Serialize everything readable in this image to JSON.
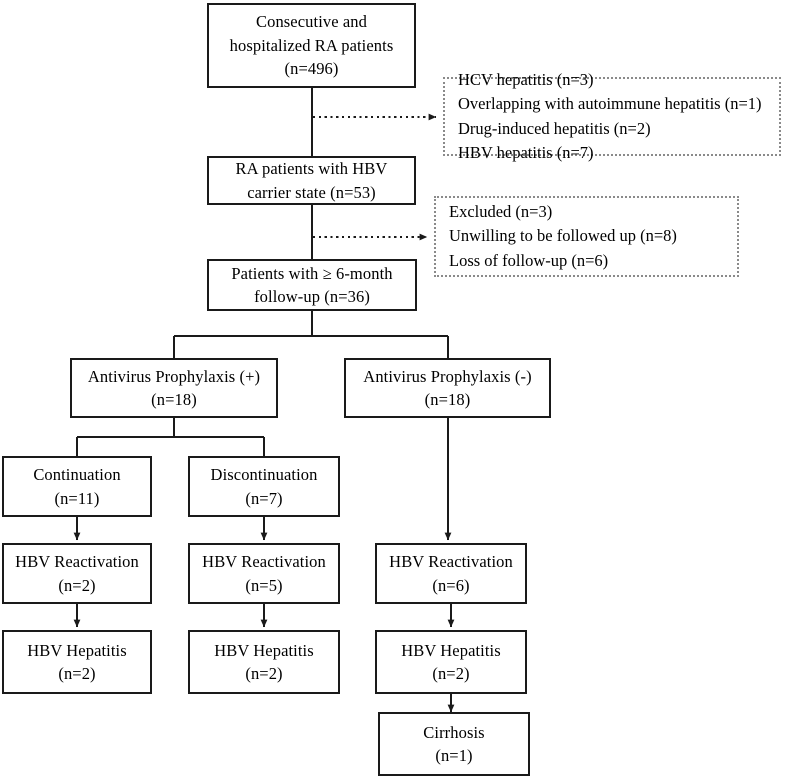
{
  "diagram": {
    "title": "Study flow of RA patients with HBV carrier state",
    "line_color": "#1a1a1a",
    "dotted_color": "#8a8a8a",
    "background": "#ffffff"
  },
  "nodes": {
    "enrolled": {
      "line1": "Consecutive and",
      "line2": "hospitalized RA patients",
      "line3": "(n=496)"
    },
    "carrier": {
      "line1": "RA patients with HBV",
      "line2": "carrier state (n=53)"
    },
    "followup": {
      "line1": "Patients with  ≥ 6-month",
      "line2": "follow-up (n=36)"
    },
    "prophylaxis_pos": {
      "line1": "Antivirus Prophylaxis (+)",
      "line2": "(n=18)"
    },
    "prophylaxis_neg": {
      "line1": "Antivirus Prophylaxis (-)",
      "line2": "(n=18)"
    },
    "continuation": {
      "line1": "Continuation",
      "line2": "(n=11)"
    },
    "discontinuation": {
      "line1": "Discontinuation",
      "line2": "(n=7)"
    },
    "reactivation_cont": {
      "line1": "HBV Reactivation",
      "line2": "(n=2)"
    },
    "reactivation_discont": {
      "line1": "HBV Reactivation",
      "line2": "(n=5)"
    },
    "reactivation_neg": {
      "line1": "HBV Reactivation",
      "line2": "(n=6)"
    },
    "hepatitis_cont": {
      "line1": "HBV Hepatitis",
      "line2": "(n=2)"
    },
    "hepatitis_discont": {
      "line1": "HBV Hepatitis",
      "line2": "(n=2)"
    },
    "hepatitis_neg": {
      "line1": "HBV Hepatitis",
      "line2": "(n=2)"
    },
    "cirrhosis": {
      "line1": "Cirrhosis",
      "line2": "(n=1)"
    }
  },
  "exclusions": {
    "first": {
      "line1": "HCV hepatitis (n=3)",
      "line2": "Overlapping with autoimmune hepatitis (n=1)",
      "line3": "Drug-induced hepatitis (n=2)",
      "line4": "HBV hepatitis (n=7)"
    },
    "second": {
      "line1": "Excluded (n=3)",
      "line2": "Unwilling to be followed up (n=8)",
      "line3": "Loss of follow-up (n=6)"
    }
  },
  "chart_data": {
    "type": "flowchart",
    "title": "Study flow of RA patients with HBV carrier state",
    "counts": {
      "consecutive_hospitalized_RA_patients": 496,
      "RA_patients_with_HBV_carrier_state": 53,
      "patients_with_at_least_6_month_followup": 36,
      "antivirus_prophylaxis_positive": 18,
      "antivirus_prophylaxis_negative": 18,
      "continuation": 11,
      "discontinuation": 7,
      "reactivation_continuation": 2,
      "reactivation_discontinuation": 5,
      "reactivation_no_prophylaxis": 6,
      "hepatitis_continuation": 2,
      "hepatitis_discontinuation": 2,
      "hepatitis_no_prophylaxis": 2,
      "cirrhosis_no_prophylaxis": 1
    },
    "exclusions_step1": [
      {
        "reason": "HCV hepatitis",
        "n": 3
      },
      {
        "reason": "Overlapping with autoimmune hepatitis",
        "n": 1
      },
      {
        "reason": "Drug-induced hepatitis",
        "n": 2
      },
      {
        "reason": "HBV hepatitis",
        "n": 7
      }
    ],
    "exclusions_step2": [
      {
        "reason": "Excluded",
        "n": 3
      },
      {
        "reason": "Unwilling to be followed up",
        "n": 8
      },
      {
        "reason": "Loss of follow-up",
        "n": 6
      }
    ]
  }
}
